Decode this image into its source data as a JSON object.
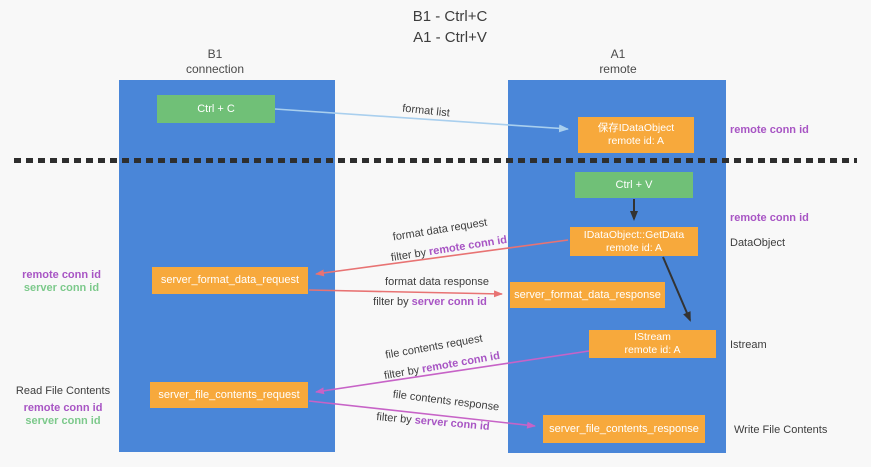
{
  "title": {
    "line1": "B1 - Ctrl+C",
    "line2": "A1 - Ctrl+V"
  },
  "columns": {
    "left": {
      "header_line1": "B1",
      "header_line2": "connection"
    },
    "right": {
      "header_line1": "A1",
      "header_line2": "remote"
    }
  },
  "nodes": {
    "ctrl_c": "Ctrl + C",
    "ctrl_v": "Ctrl + V",
    "saved_dataobject_line1": "保存IDataObject",
    "saved_dataobject_line2": "remote id: A",
    "getdata_line1": "IDataObject::GetData",
    "getdata_line2": "remote id: A",
    "istream_line1": "IStream",
    "istream_line2": "remote id: A",
    "server_format_data_request": "server_format_data_request",
    "server_format_data_response": "server_format_data_response",
    "server_file_contents_request": "server_file_contents_request",
    "server_file_contents_response": "server_file_contents_response"
  },
  "labels": {
    "format_list": "format list",
    "format_data_request": "format data request",
    "format_data_response": "format data response",
    "file_contents_request": "file contents request",
    "file_contents_response": "file contents response",
    "filter_by": "filter by ",
    "remote_conn_id": "remote conn id",
    "server_conn_id": "server conn id",
    "dataobject": "DataObject",
    "istream": "Istream",
    "read_file_contents": "Read File Contents",
    "write_file_contents": "Write File Contents"
  },
  "colors": {
    "column_blue": "#4a86d8",
    "node_green": "#70c077",
    "node_orange": "#f7a93c",
    "arrow_blue": "#a9cfee",
    "arrow_red": "#e87373",
    "arrow_magenta": "#c763c7",
    "arrow_black": "#333333",
    "text_purple": "#a855c4",
    "text_green": "#7cc98b",
    "text_dark": "#3d3d3d",
    "background": "#f8f8f8"
  }
}
